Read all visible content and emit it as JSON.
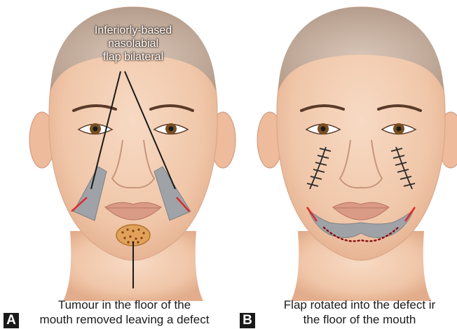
{
  "panel_a": {
    "letter": "A",
    "top_label_lines": [
      "Inferiorly-based",
      "nasolabial",
      "flap bilateral"
    ],
    "bottom_label_lines": [
      "Tumour in the floor of the",
      "mouth removed leaving a defect"
    ]
  },
  "panel_b": {
    "letter": "B",
    "bottom_label_lines": [
      "Flap rotated into the defect ir",
      "the floor of the mouth"
    ]
  },
  "colors": {
    "skin": "#f3cdb2",
    "hair": "#c9b3a3",
    "flap_gray": "#9fa3a7",
    "incision_red": "#e0282a",
    "tumour_orange": "#e0a25a",
    "suture_dark": "#2a2a2a"
  }
}
